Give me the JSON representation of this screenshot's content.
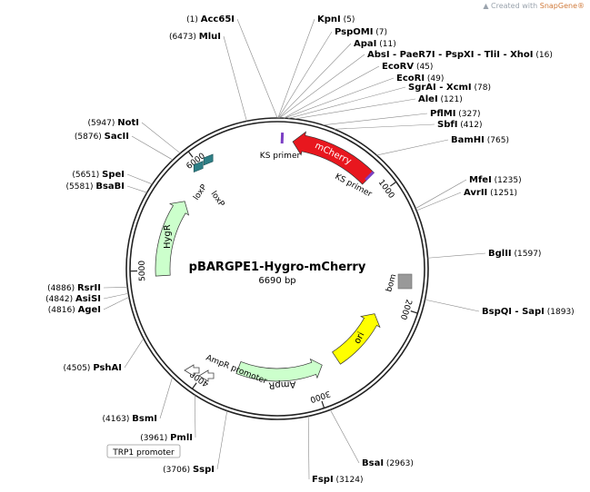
{
  "watermark": {
    "prefix": "Created with",
    "brand": "SnapGene®"
  },
  "plasmid": {
    "name": "pBARGPE1-Hygro-mCherry",
    "length_label": "6690 bp",
    "length": 6690
  },
  "ticks": [
    {
      "pos": 1000,
      "label": "1000"
    },
    {
      "pos": 2000,
      "label": "2000"
    },
    {
      "pos": 3000,
      "label": "3000"
    },
    {
      "pos": 4000,
      "label": "4000"
    },
    {
      "pos": 5000,
      "label": "5000"
    },
    {
      "pos": 6000,
      "label": "6000"
    }
  ],
  "features": [
    {
      "name": "mCherry",
      "type": "cds",
      "start": 129,
      "end": 840,
      "direction": "reverse",
      "color": "#e8171e"
    },
    {
      "name": "ori",
      "type": "ori",
      "start": 2135,
      "end": 2724,
      "direction": "reverse",
      "color": "#ffff00"
    },
    {
      "name": "AmpR",
      "type": "cds",
      "start": 2882,
      "end": 3742,
      "direction": "reverse",
      "color": "#ccffcc"
    },
    {
      "name": "HygR",
      "type": "cds",
      "start": 4953,
      "end": 5688,
      "direction": "forward",
      "color": "#ccffcc"
    },
    {
      "name": "bom",
      "type": "misc",
      "start": 2180,
      "end": 2243,
      "color": "#999999"
    }
  ],
  "primers": [
    {
      "name": "KS primer",
      "pos": 40
    },
    {
      "name": "KS primer",
      "pos": 832
    }
  ],
  "lox": [
    {
      "name": "loxP",
      "pos": 5990
    },
    {
      "name": "loxP",
      "pos": 6090
    }
  ],
  "promoters": [
    {
      "name": "AmpR promoter",
      "pos": 3850
    }
  ],
  "boxed_labels": [
    {
      "name": "TRP1 promoter"
    }
  ],
  "sites": [
    {
      "name": "Acc65I",
      "pos": "(1)",
      "bp": 1
    },
    {
      "name": "KpnI",
      "pos": "(5)",
      "bp": 5
    },
    {
      "name": "PspOMI",
      "pos": "(7)",
      "bp": 7
    },
    {
      "name": "ApaI",
      "pos": "(11)",
      "bp": 11
    },
    {
      "name": "AbsI - PaeR7I - PspXI - TliI - XhoI",
      "pos": "(16)",
      "bp": 16
    },
    {
      "name": "EcoRV",
      "pos": "(45)",
      "bp": 45
    },
    {
      "name": "EcoRI",
      "pos": "(49)",
      "bp": 49
    },
    {
      "name": "SgrAI - XcmI",
      "pos": "(78)",
      "bp": 78
    },
    {
      "name": "AleI",
      "pos": "(121)",
      "bp": 121
    },
    {
      "name": "PflMI",
      "pos": "(327)",
      "bp": 327
    },
    {
      "name": "SbfI",
      "pos": "(412)",
      "bp": 412
    },
    {
      "name": "BamHI",
      "pos": "(765)",
      "bp": 765
    },
    {
      "name": "MfeI",
      "pos": "(1235)",
      "bp": 1235
    },
    {
      "name": "AvrII",
      "pos": "(1251)",
      "bp": 1251
    },
    {
      "name": "BglII",
      "pos": "(1597)",
      "bp": 1597
    },
    {
      "name": "BspQI - SapI",
      "pos": "(1893)",
      "bp": 1893
    },
    {
      "name": "BsaI",
      "pos": "(2963)",
      "bp": 2963
    },
    {
      "name": "FspI",
      "pos": "(3124)",
      "bp": 3124
    },
    {
      "name": "SspI",
      "pos": "(3706)",
      "bp": 3706
    },
    {
      "name": "PmlI",
      "pos": "(3961)",
      "bp": 3961
    },
    {
      "name": "BsmI",
      "pos": "(4163)",
      "bp": 4163
    },
    {
      "name": "PshAI",
      "pos": "(4505)",
      "bp": 4505
    },
    {
      "name": "AgeI",
      "pos": "(4816)",
      "bp": 4816
    },
    {
      "name": "AsiSI",
      "pos": "(4842)",
      "bp": 4842
    },
    {
      "name": "RsrII",
      "pos": "(4886)",
      "bp": 4886
    },
    {
      "name": "BsaBI",
      "pos": "(5581)",
      "bp": 5581
    },
    {
      "name": "SpeI",
      "pos": "(5651)",
      "bp": 5651
    },
    {
      "name": "SacII",
      "pos": "(5876)",
      "bp": 5876
    },
    {
      "name": "NotI",
      "pos": "(5947)",
      "bp": 5947
    },
    {
      "name": "MluI",
      "pos": "(6473)",
      "bp": 6473
    }
  ]
}
